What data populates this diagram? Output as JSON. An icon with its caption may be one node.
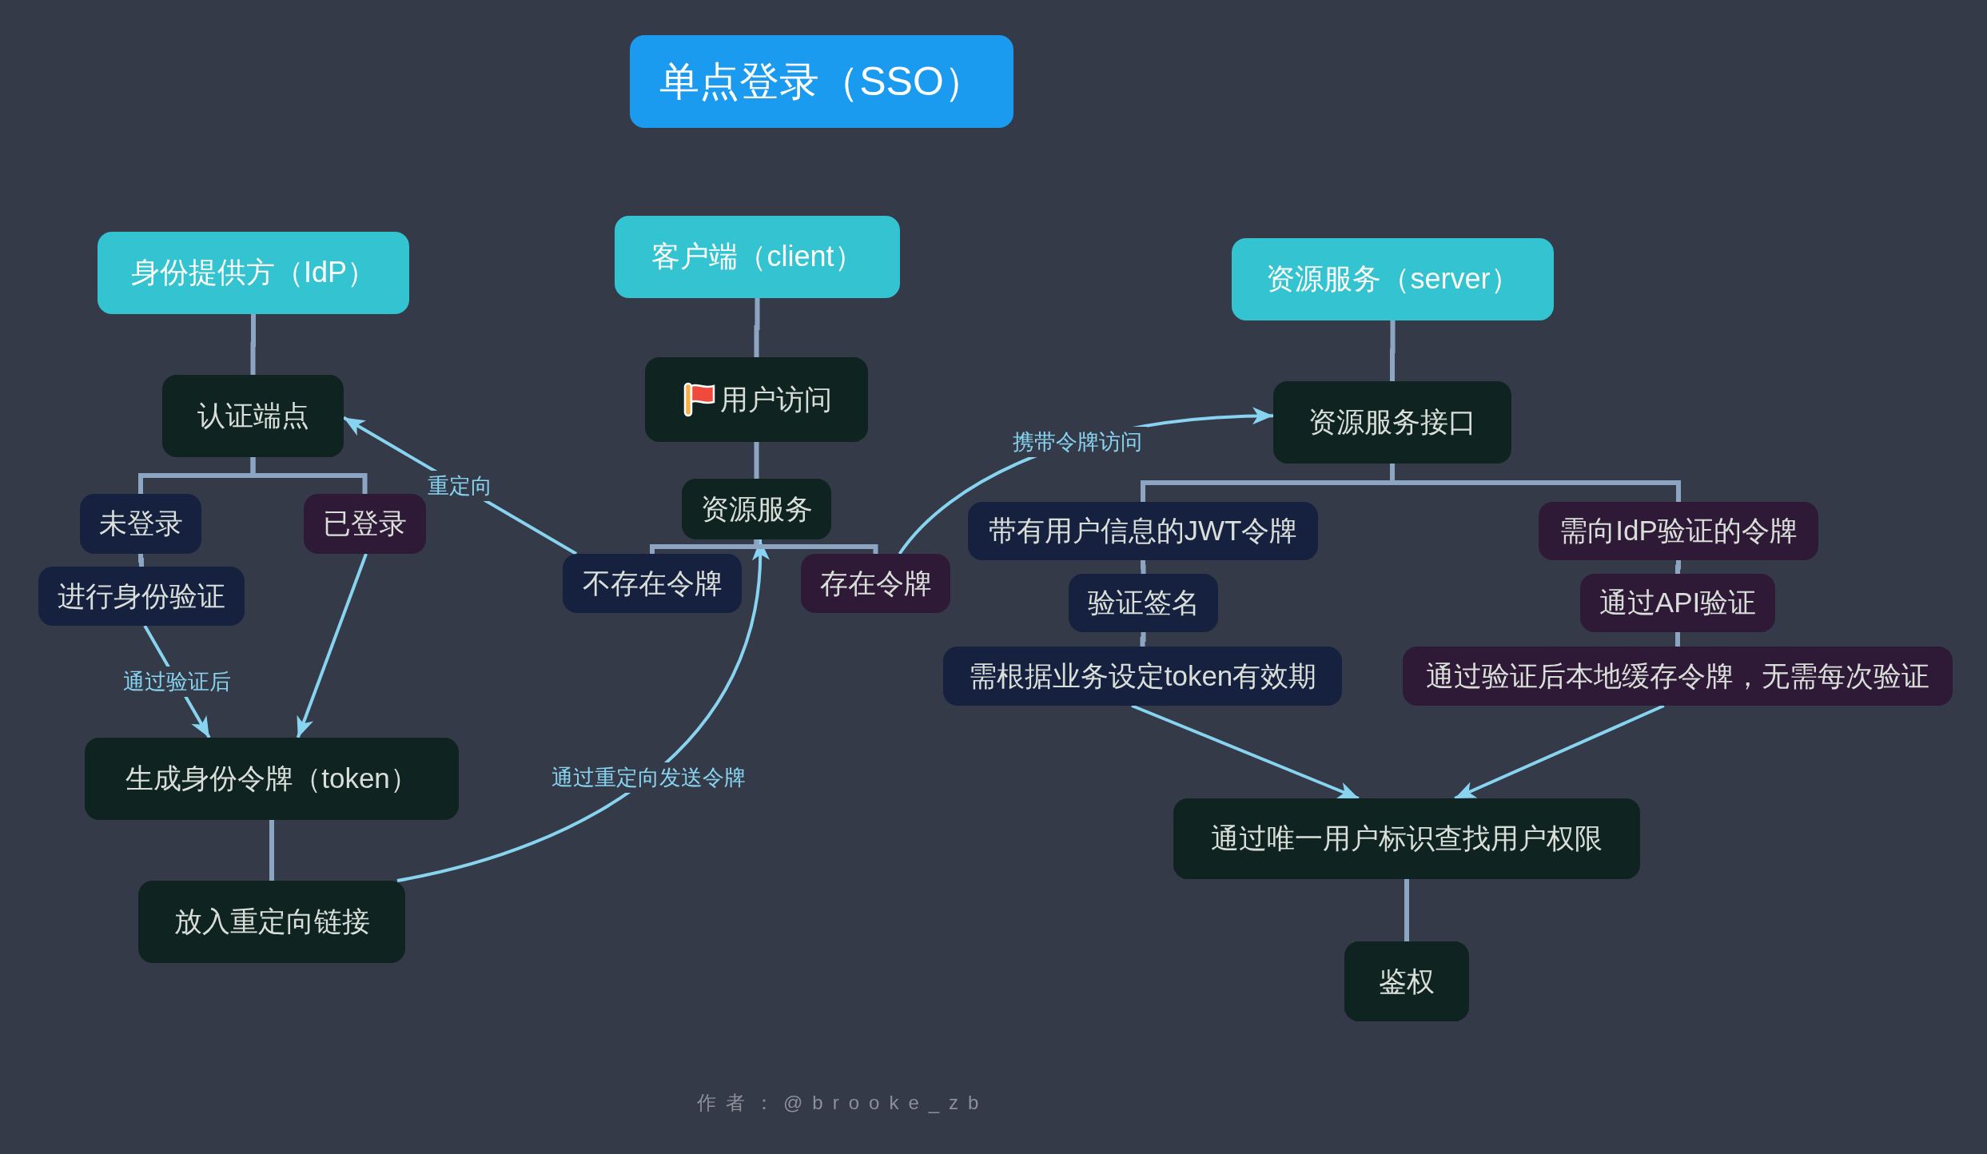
{
  "diagram": {
    "title": "单点登录（SSO）",
    "nodes": [
      {
        "text": [
          "身份提供方（IdP）"
        ]
      },
      {
        "text": [
          "认证端点"
        ]
      },
      {
        "text": [
          "未登录"
        ]
      },
      {
        "text": [
          "已登录"
        ]
      },
      {
        "text": [
          "进行身份验证"
        ]
      },
      {
        "text": [
          "生成身份令牌（token）"
        ]
      },
      {
        "text": [
          "放入重定向链接"
        ]
      },
      {
        "text": [
          "客户端（client）"
        ]
      },
      {
        "text": [
          "用户访问"
        ]
      },
      {
        "text": [
          "资源服务"
        ]
      },
      {
        "text": [
          "不存在令牌"
        ]
      },
      {
        "text": [
          "存在令牌"
        ]
      },
      {
        "text": [
          "资源服务（server）"
        ]
      },
      {
        "text": [
          "资源服务接口"
        ]
      },
      {
        "text": [
          "带有用户信息的JWT令牌"
        ]
      },
      {
        "text": [
          "验证签名"
        ]
      },
      {
        "text": [
          "需根据业务设定token有效期"
        ]
      },
      {
        "text": [
          "需向IdP验证的令牌"
        ]
      },
      {
        "text": [
          "通过API验证"
        ]
      },
      {
        "text": [
          "通过验证后本地缓存令牌，无需每次验证"
        ]
      },
      {
        "text": [
          "通过唯一用户标识查找用户权限"
        ]
      },
      {
        "text": [
          "鉴权"
        ]
      }
    ],
    "edges": [
      {
        "from": 0,
        "to": 1,
        "arrow": "none"
      },
      {
        "from": 1,
        "to": 2,
        "arrow": "none"
      },
      {
        "from": 1,
        "to": 3,
        "arrow": "none"
      },
      {
        "from": 2,
        "to": 4,
        "arrow": "none"
      },
      {
        "from": 4,
        "to": 5,
        "arrow": "to",
        "label": "通过验证后",
        "color": "#88d4f0"
      },
      {
        "from": 3,
        "to": 5,
        "arrow": "to",
        "color": "#88d4f0"
      },
      {
        "from": 10,
        "to": 1,
        "arrow": "to",
        "label": "重定向",
        "color": "#88d4f0"
      },
      {
        "from": 5,
        "to": 6,
        "arrow": "none"
      },
      {
        "from": 6,
        "to": 9,
        "arrow": "to",
        "label": "通过重定向发送令牌",
        "color": "#88d4f0"
      },
      {
        "from": 7,
        "to": 8,
        "arrow": "none"
      },
      {
        "from": 8,
        "to": 9,
        "arrow": "none"
      },
      {
        "from": 9,
        "to": 10,
        "arrow": "none"
      },
      {
        "from": 9,
        "to": 11,
        "arrow": "none"
      },
      {
        "from": 11,
        "to": 13,
        "arrow": "to",
        "label": "携带令牌访问",
        "color": "#88d4f0"
      },
      {
        "from": 12,
        "to": 13,
        "arrow": "none"
      },
      {
        "from": 13,
        "to": 14,
        "arrow": "none"
      },
      {
        "from": 13,
        "to": 17,
        "arrow": "none"
      },
      {
        "from": 14,
        "to": 15,
        "arrow": "none"
      },
      {
        "from": 15,
        "to": 16,
        "arrow": "none"
      },
      {
        "from": 17,
        "to": 18,
        "arrow": "none"
      },
      {
        "from": 18,
        "to": 19,
        "arrow": "none"
      },
      {
        "from": 16,
        "to": 20,
        "arrow": "to",
        "color": "#88d4f0"
      },
      {
        "from": 19,
        "to": 20,
        "arrow": "to",
        "color": "#88d4f0"
      },
      {
        "from": 20,
        "to": 21,
        "arrow": "none"
      }
    ],
    "labels": [
      "作者：@brooke_zb"
    ]
  }
}
